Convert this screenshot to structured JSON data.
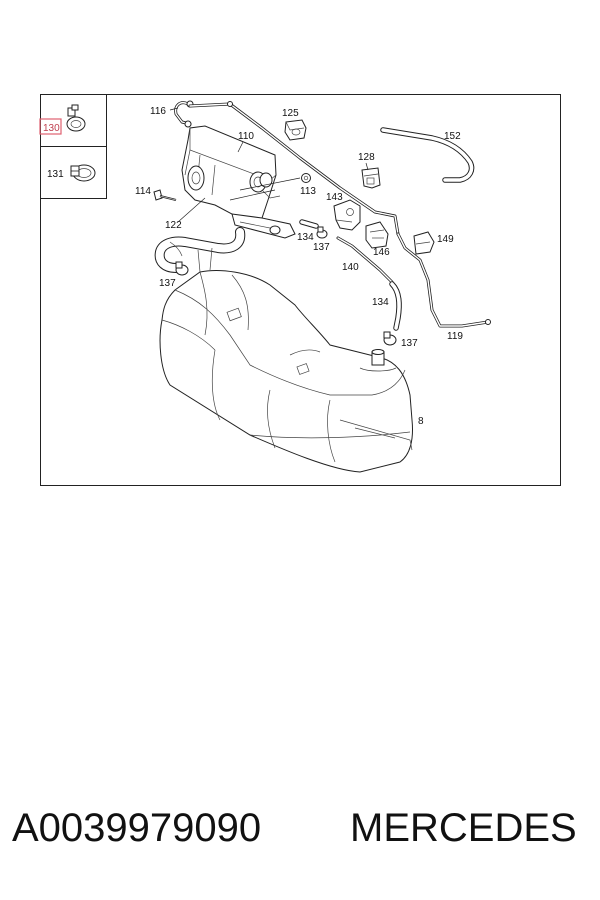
{
  "callouts": {
    "c8": "8",
    "c110": "110",
    "c113": "113",
    "c114": "114",
    "c116": "116",
    "c119": "119",
    "c122": "122",
    "c125": "125",
    "c128": "128",
    "c130": "130",
    "c131": "131",
    "c134a": "134",
    "c134b": "134",
    "c137a": "137",
    "c137b": "137",
    "c137c": "137",
    "c140": "140",
    "c143": "143",
    "c146": "146",
    "c149": "149",
    "c152": "152"
  },
  "highlight_color": "#e06070",
  "footer": {
    "part_number": "A0039979090",
    "brand": "MERCEDES"
  }
}
